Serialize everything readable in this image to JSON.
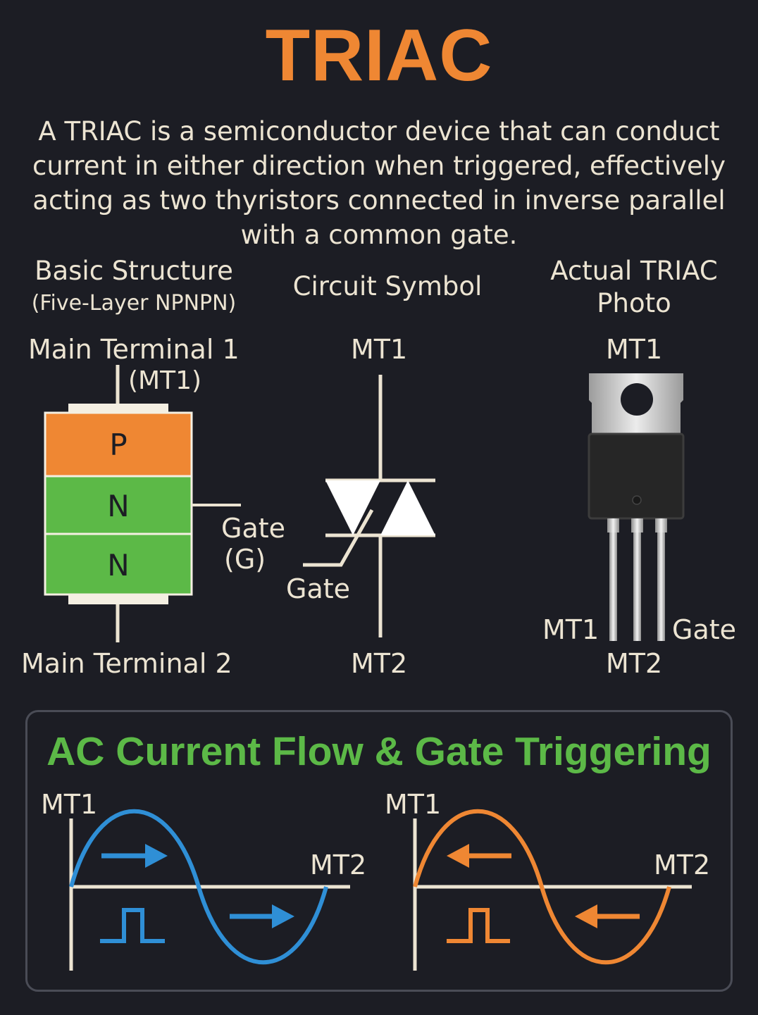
{
  "title": "TRIAC",
  "description": "A TRIAC is a semiconductor device that can conduct current in either direction when triggered, effectively acting as two thyristors connected in inverse parallel with a common gate.",
  "colors": {
    "accent": "#ef8733",
    "green": "#5cb947",
    "blue": "#2f8fd6",
    "background": "#1c1d24",
    "text": "#ece4d2"
  },
  "structure": {
    "heading": "Basic Structure",
    "subheading": "(Five-Layer NPNPN)",
    "top_label": "Main Terminal 1",
    "top_abbrev": "(MT1)",
    "bottom_label": "Main Terminal 2",
    "layers": [
      "P",
      "N",
      "N"
    ],
    "gate_label": "Gate",
    "gate_abbrev": "(G)"
  },
  "symbol": {
    "heading": "Circuit Symbol",
    "top_label": "MT1",
    "bottom_label": "MT2",
    "gate_label": "Gate"
  },
  "photo": {
    "heading_line1": "Actual TRIAC",
    "heading_line2": "Photo",
    "top_label": "MT1",
    "pin_left": "MT1",
    "pin_right": "Gate",
    "pin_bottom": "MT2"
  },
  "waveforms": {
    "title": "AC Current Flow & Gate Triggering",
    "left": {
      "top_label": "MT1",
      "right_label": "MT2",
      "color": "blue",
      "arrow_direction": "right"
    },
    "right": {
      "top_label": "MT1",
      "right_label": "MT2",
      "color": "orange",
      "arrow_direction": "left"
    }
  }
}
